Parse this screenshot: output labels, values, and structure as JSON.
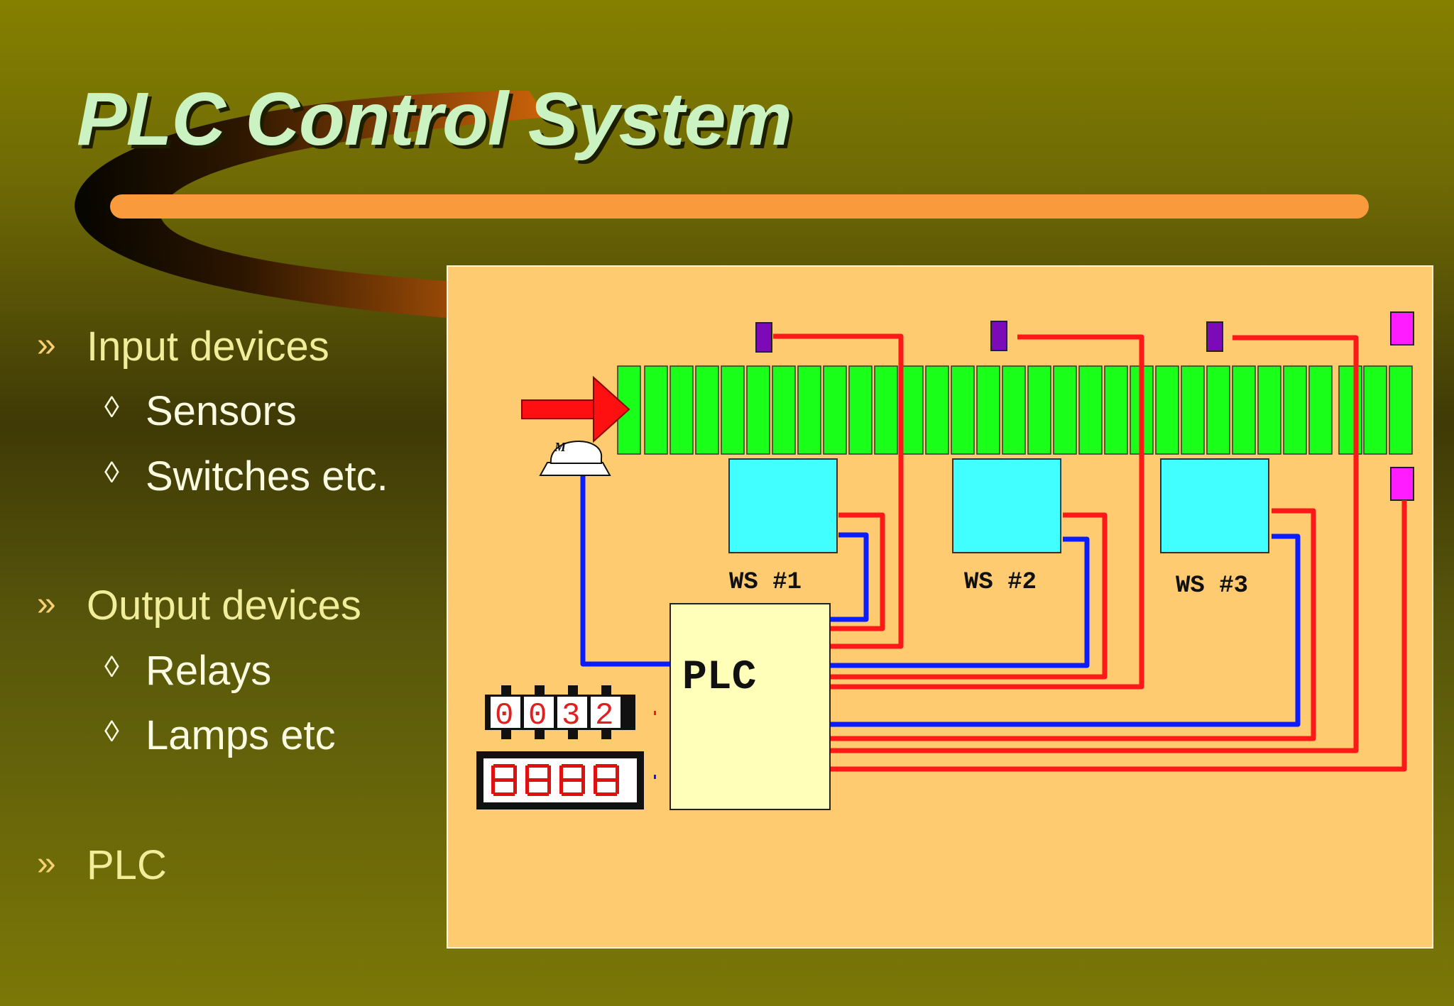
{
  "slide": {
    "title": "PLC Control System",
    "colors": {
      "title_text": "#cbf3c2",
      "title_bar": "#f99b3c",
      "bullet_text": "#f0ed9b",
      "panel_background": "#fecb70"
    }
  },
  "bullets": [
    {
      "marker": "»",
      "label": "Input devices",
      "level": 1
    },
    {
      "marker": "◊",
      "label": "Sensors",
      "level": 2
    },
    {
      "marker": "◊",
      "label": "Switches etc.",
      "level": 2
    },
    {
      "marker": "»",
      "label": "Output devices",
      "level": 1
    },
    {
      "marker": "◊",
      "label": "Relays",
      "level": 2
    },
    {
      "marker": "◊",
      "label": "Lamps etc",
      "level": 2
    },
    {
      "marker": "»",
      "label": "PLC",
      "level": 1
    }
  ],
  "diagram": {
    "plc_label": "PLC",
    "motor_label": "M",
    "workstations": [
      {
        "label": "WS #1"
      },
      {
        "label": "WS #2"
      },
      {
        "label": "WS #3"
      }
    ],
    "counter_digits": [
      "0",
      "0",
      "3",
      "2"
    ],
    "colors": {
      "conveyor_segment": "#19ff19",
      "workstation": "#42ffff",
      "plc_box": "#ffffb9",
      "sensor": "#7d0ab8",
      "lamp": "#ff1cff",
      "wire_output": "#ff1818",
      "wire_input": "#0b1cff",
      "arrow": "#ff1010"
    }
  }
}
